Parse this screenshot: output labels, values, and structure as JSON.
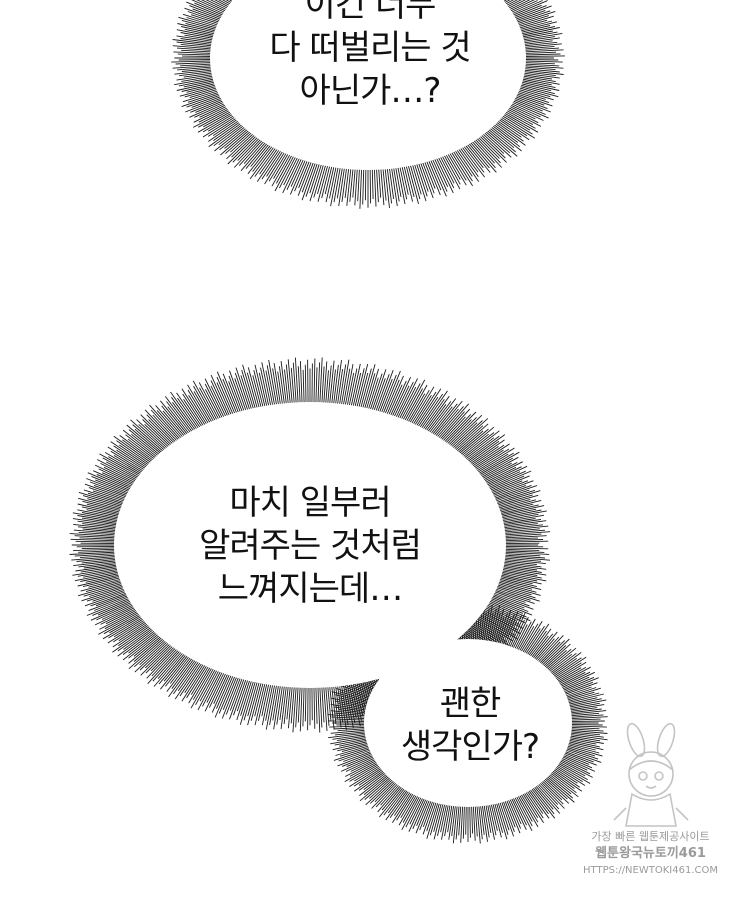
{
  "bubbles": [
    {
      "lines": [
        "이건 너무",
        "다 떠벌리는 것",
        "아닌가…?"
      ]
    },
    {
      "lines": [
        "마치 일부러",
        "알려주는 것처럼",
        "느껴지는데…"
      ]
    },
    {
      "lines": [
        "괜한",
        "생각인가?"
      ]
    }
  ],
  "watermark": {
    "line1": "가장 빠른 웹툰제공사이트",
    "line2": "웹툰왕국뉴토끼461",
    "line3": "HTTPS://NEWTOKI461.COM"
  },
  "colors": {
    "background": "#ffffff",
    "burst": "#1a1a1a",
    "text": "#111111",
    "watermark": "#9a9a9a"
  }
}
